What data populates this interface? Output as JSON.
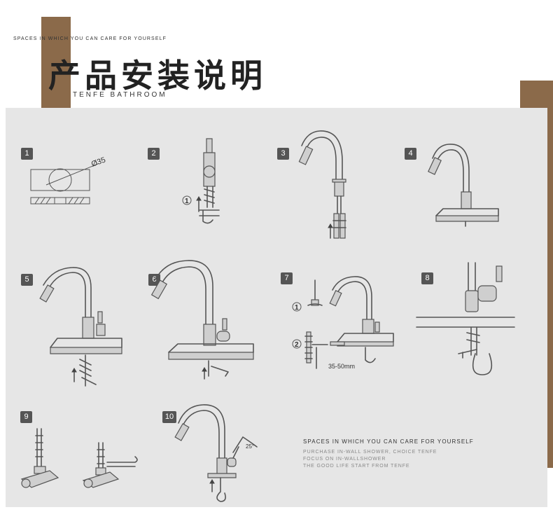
{
  "header": {
    "tagline": "SPACES IN WHICH YOU CAN CARE FOR YOURSELF",
    "title": "产品安装说明",
    "subtitle": "TENFE BATHROOM"
  },
  "colors": {
    "accent": "#8b6a4a",
    "panel": "#e6e6e6",
    "badge": "#555555"
  },
  "steps": [
    {
      "number": "1"
    },
    {
      "number": "2"
    },
    {
      "number": "3"
    },
    {
      "number": "4"
    },
    {
      "number": "5"
    },
    {
      "number": "6"
    },
    {
      "number": "7"
    },
    {
      "number": "8"
    },
    {
      "number": "9"
    },
    {
      "number": "10"
    }
  ],
  "annotations": {
    "diameter": "Ø35",
    "marker_1": "1",
    "marker_2": "2",
    "distance": "35-50mm",
    "angle": "25°"
  },
  "footer": {
    "heading": "SPACES IN WHICH YOU CAN CARE FOR YOURSELF",
    "lines": [
      "PURCHASE IN-WALL SHOWER, CHOICE TENFE",
      "FOCUS ON IN-WALLSHOWER",
      "THE GOOD LIFE START FROM TENFE"
    ]
  }
}
